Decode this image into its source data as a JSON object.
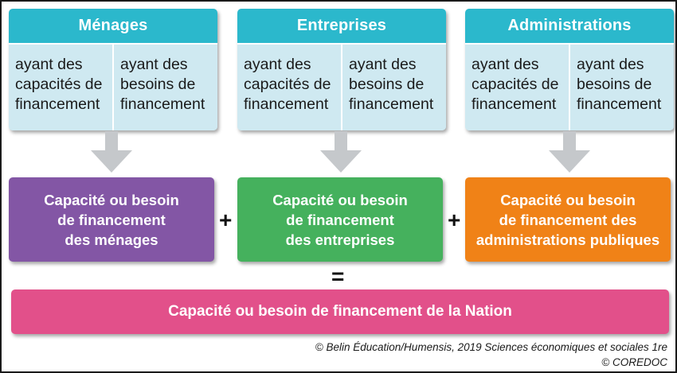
{
  "sectors": [
    {
      "title": "Ménages",
      "left_text": [
        "ayant des",
        "capacités de",
        "financement"
      ],
      "right_text": [
        "ayant des",
        "besoins de",
        "financement"
      ]
    },
    {
      "title": "Entreprises",
      "left_text": [
        "ayant des",
        "capacités de",
        "financement"
      ],
      "right_text": [
        "ayant des",
        "besoins de",
        "financement"
      ]
    },
    {
      "title": "Administrations",
      "left_text": [
        "ayant des",
        "capacités de",
        "financement"
      ],
      "right_text": [
        "ayant des",
        "besoins de",
        "financement"
      ]
    }
  ],
  "capacities": [
    {
      "lines": [
        "Capacité ou besoin",
        "de financement",
        "des ménages"
      ],
      "color": "#8356a5"
    },
    {
      "lines": [
        "Capacité ou besoin",
        "de financement",
        "des entreprises"
      ],
      "color": "#45b15d"
    },
    {
      "lines": [
        "Capacité ou besoin",
        "de financement des",
        "administrations publiques"
      ],
      "color": "#f08217"
    }
  ],
  "operators": {
    "plus": "+",
    "equals": "="
  },
  "nation": {
    "label": "Capacité ou besoin de financement de la Nation",
    "color": "#e2508a"
  },
  "colors": {
    "header": "#2bb8cc",
    "body": "#cfe9f1",
    "arrow": "#c5c8cb"
  },
  "credit": {
    "line1": "© Belin Éducation/Humensis, 2019 Sciences économiques et sociales 1re",
    "line2": "© COREDOC"
  }
}
